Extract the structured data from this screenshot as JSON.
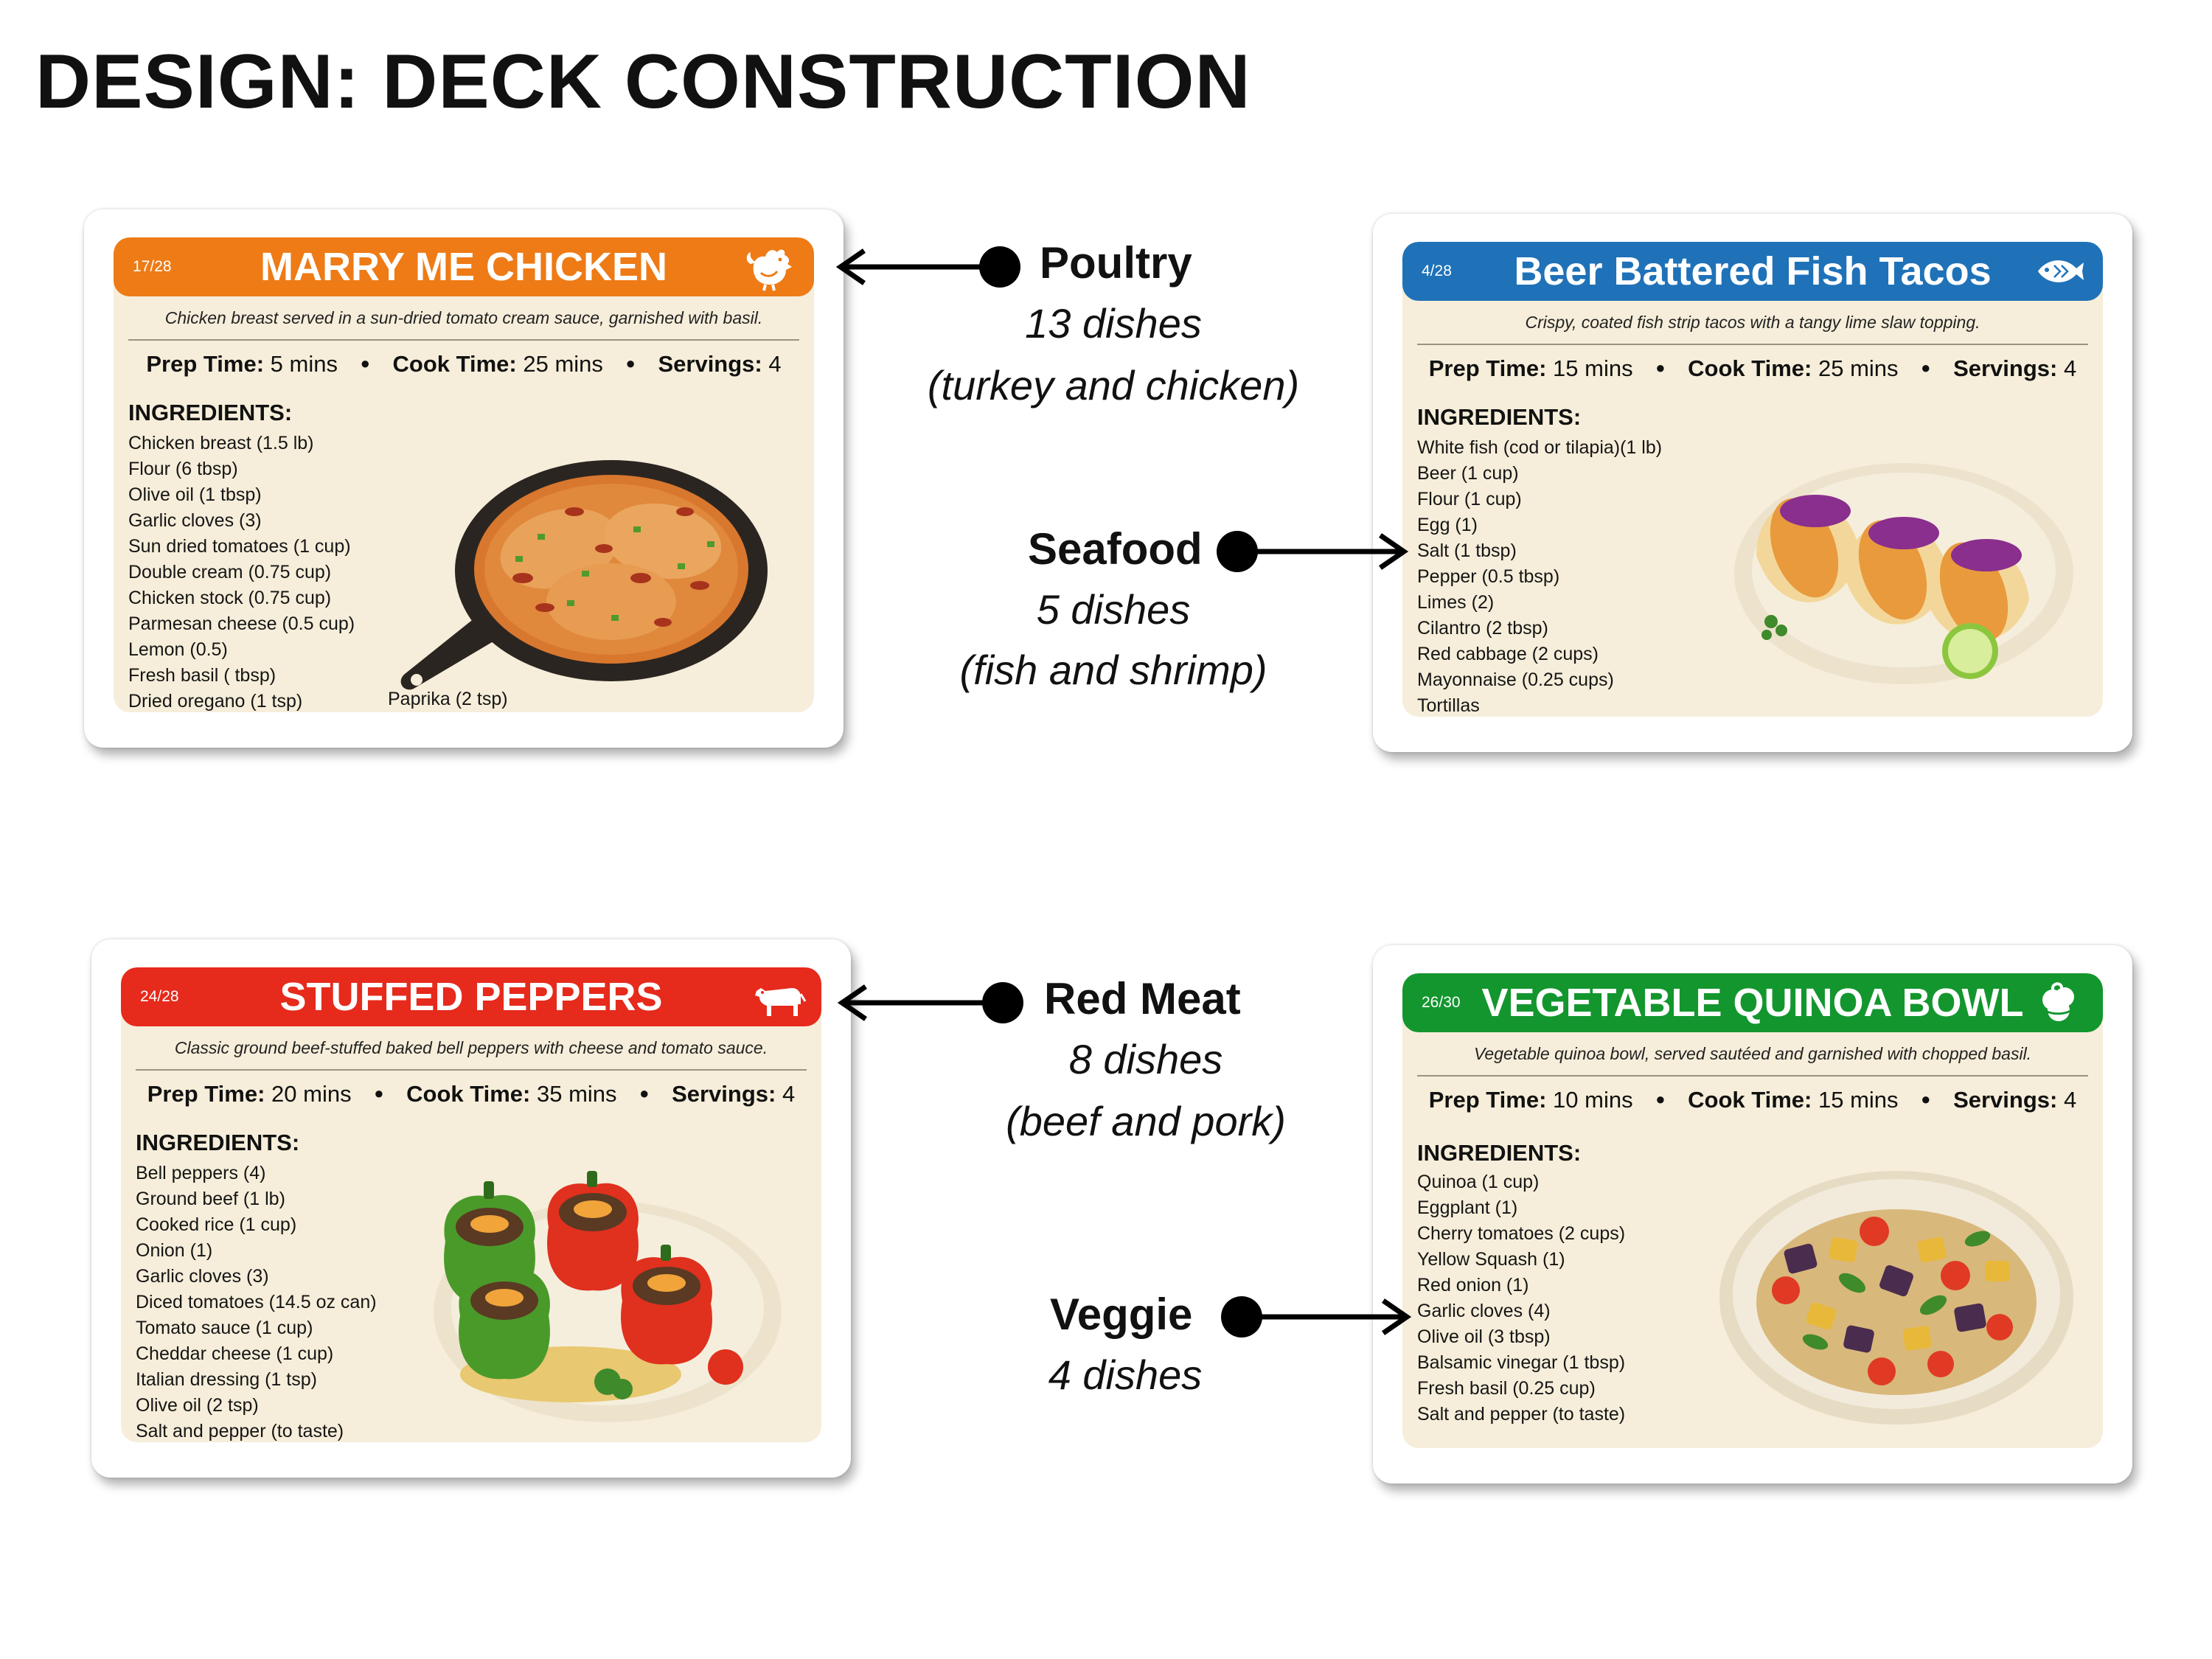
{
  "page": {
    "title": "DESIGN: DECK CONSTRUCTION"
  },
  "meta_labels": {
    "prep": "Prep Time:",
    "cook": "Cook Time:",
    "servings": "Servings:",
    "dot": "●"
  },
  "cards": {
    "chicken": {
      "index": "17/28",
      "title": "MARRY ME CHICKEN",
      "banner_color": "#ee7b16",
      "icon": "rooster-icon",
      "description": "Chicken breast served in a sun-dried tomato cream sauce, garnished with basil.",
      "prep": "5 mins",
      "cook": "25 mins",
      "servings": "4",
      "ingredients_title": "INGREDIENTS:",
      "ingredients": [
        "Chicken breast (1.5 lb)",
        "Flour (6 tbsp)",
        "Olive oil (1 tbsp)",
        "Garlic cloves (3)",
        "Sun dried tomatoes (1 cup)",
        "Double cream (0.75 cup)",
        "Chicken stock (0.75 cup)",
        "Parmesan cheese (0.5 cup)",
        "Lemon (0.5)",
        "Fresh basil ( tbsp)",
        "Dried oregano (1 tsp)"
      ],
      "extra_ingredient": "Paprika (2 tsp)"
    },
    "fish": {
      "index": "4/28",
      "title": "Beer Battered Fish Tacos",
      "banner_color": "#1f72b8",
      "icon": "fish-icon",
      "description": "Crispy, coated fish strip tacos with a tangy lime slaw topping.",
      "prep": "15 mins",
      "cook": "25 mins",
      "servings": "4",
      "ingredients_title": "INGREDIENTS:",
      "ingredients": [
        "White fish (cod or tilapia)(1 lb)",
        "Beer (1 cup)",
        "Flour (1 cup)",
        "Egg (1)",
        "Salt (1 tbsp)",
        "Pepper (0.5 tbsp)",
        "Limes (2)",
        "Cilantro (2 tbsp)",
        "Red cabbage (2 cups)",
        "Mayonnaise (0.25 cups)",
        "Tortillas"
      ]
    },
    "peppers": {
      "index": "24/28",
      "title": "STUFFED PEPPERS",
      "banner_color": "#e62a1c",
      "icon": "cow-icon",
      "description": "Classic ground beef-stuffed baked bell peppers with cheese and tomato sauce.",
      "prep": "20 mins",
      "cook": "35 mins",
      "servings": "4",
      "ingredients_title": "INGREDIENTS:",
      "ingredients": [
        "Bell peppers (4)",
        "Ground beef (1 lb)",
        "Cooked rice (1 cup)",
        "Onion (1)",
        "Garlic cloves (3)",
        "Diced tomatoes (14.5 oz can)",
        "Tomato sauce (1 cup)",
        "Cheddar cheese (1 cup)",
        "Italian dressing (1 tsp)",
        "Olive oil (2 tsp)",
        "Salt and pepper (to taste)"
      ]
    },
    "quinoa": {
      "index": "26/30",
      "title": "VEGETABLE QUINOA BOWL",
      "banner_color": "#13962e",
      "icon": "vegetables-icon",
      "description": "Vegetable quinoa bowl, served sautéed and garnished with chopped basil.",
      "prep": "10 mins",
      "cook": "15 mins",
      "servings": "4",
      "ingredients_title": "INGREDIENTS:",
      "ingredients": [
        "Quinoa (1 cup)",
        "Eggplant (1)",
        "Cherry tomatoes (2 cups)",
        "Yellow Squash (1)",
        "Red onion (1)",
        "Garlic cloves (4)",
        "Olive oil (3 tbsp)",
        "Balsamic vinegar (1 tbsp)",
        "Fresh basil (0.25 cup)",
        "Salt and pepper (to taste)"
      ]
    }
  },
  "categories": {
    "poultry": {
      "name": "Poultry",
      "count": "13 dishes",
      "note": "(turkey and chicken)"
    },
    "seafood": {
      "name": "Seafood",
      "count": "5 dishes",
      "note": "(fish and shrimp)"
    },
    "redmeat": {
      "name": "Red Meat",
      "count": "8 dishes",
      "note": "(beef and pork)"
    },
    "veggie": {
      "name": "Veggie",
      "count": "4 dishes"
    }
  }
}
